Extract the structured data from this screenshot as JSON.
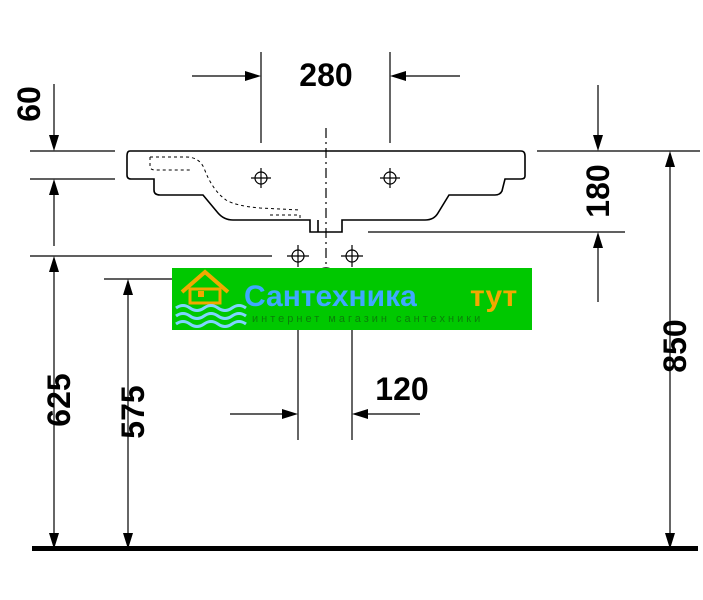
{
  "dimensions": {
    "top_width": "280",
    "top_thickness": "60",
    "front_height": "180",
    "tap_spacing": "120",
    "overflow_height": "625",
    "waste_height": "575",
    "total_height": "850"
  },
  "watermark": {
    "title_part1": "Сантехника",
    "title_part2": "тут",
    "subtitle": "интернет магазин сантехники"
  },
  "colors": {
    "line": "#000000",
    "watermark_bg": "#00c800",
    "watermark_title": "#3fa8ff",
    "watermark_accent": "#f2a800"
  },
  "icons": {
    "watermark_logo": "house-waves-icon"
  }
}
